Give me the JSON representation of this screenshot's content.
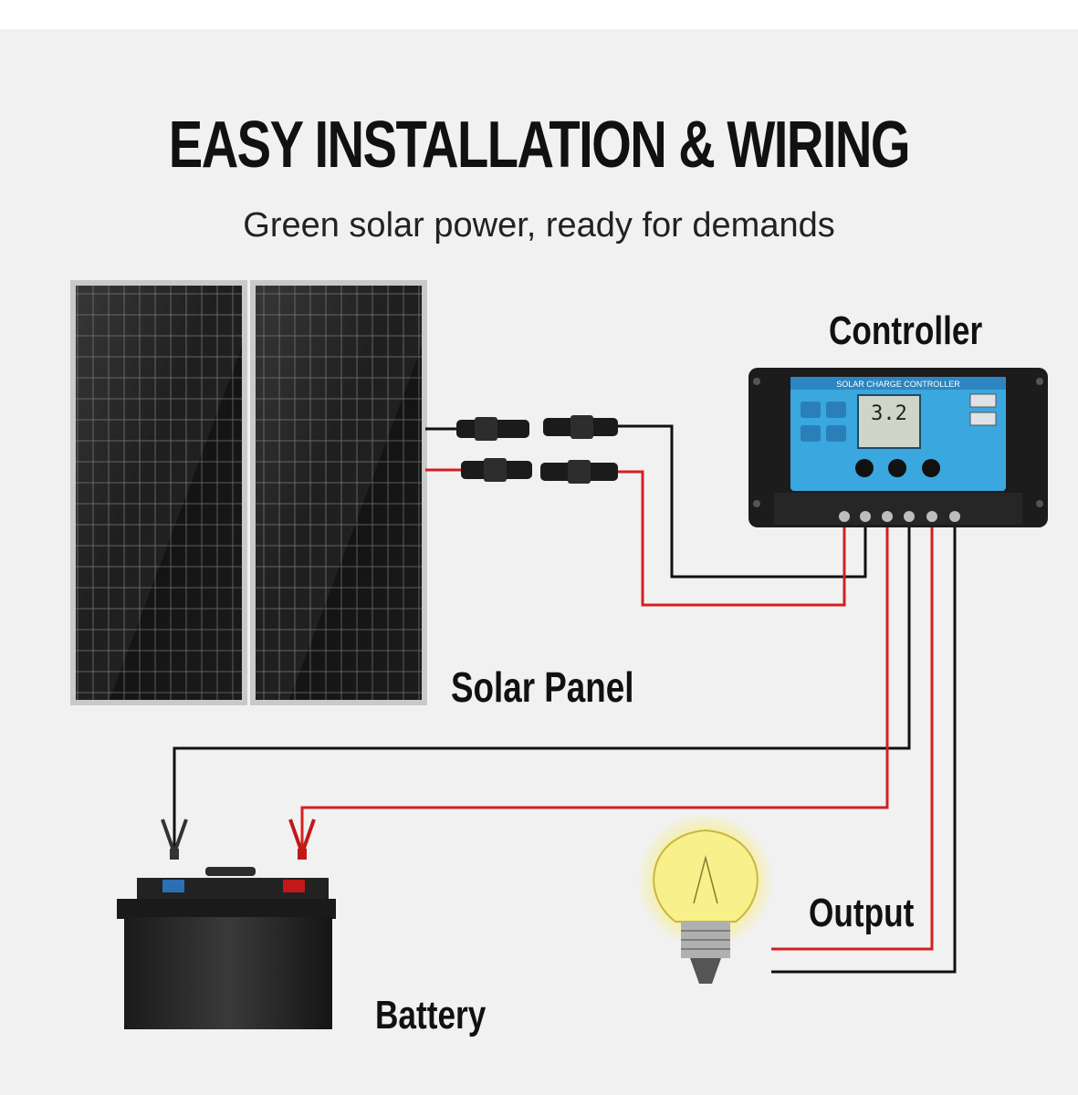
{
  "title": "EASY INSTALLATION & WIRING",
  "subtitle": "Green solar power, ready for demands",
  "labels": {
    "controller": "Controller",
    "solar_panel": "Solar Panel",
    "battery": "Battery",
    "output": "Output"
  },
  "controller_display": {
    "header": "SOLAR CHARGE CONTROLLER",
    "reading": "3.2"
  },
  "colors": {
    "background": "#f1f1f1",
    "wire_positive": "#d32020",
    "wire_negative": "#111111",
    "controller_face": "#3aa7de",
    "bulb_glow": "#f7ee7a"
  },
  "icons": [
    "solar-panel-icon",
    "connector-icon",
    "controller-icon",
    "battery-icon",
    "light-bulb-icon"
  ]
}
